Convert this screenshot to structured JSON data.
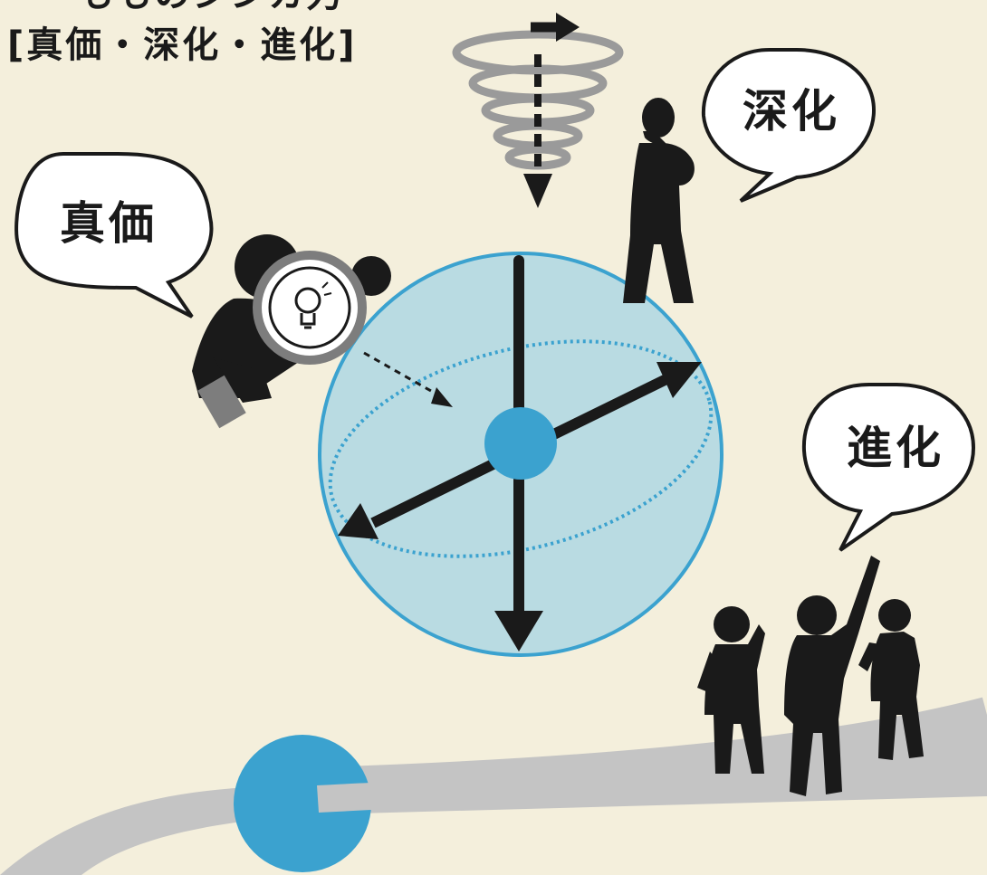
{
  "heading": {
    "line1": "～もものシンカ力",
    "line2": "[真価・深化・進化]"
  },
  "bubbles": {
    "shinka_value": "真価",
    "shinka_deep": "深化",
    "shinka_evolve": "進化"
  },
  "colors": {
    "background": "#f4efdc",
    "sphere_fill": "#b9dbe2",
    "accent_blue": "#3ba2cf",
    "ink": "#1a1a1a",
    "road_gray": "#c4c4c4"
  }
}
